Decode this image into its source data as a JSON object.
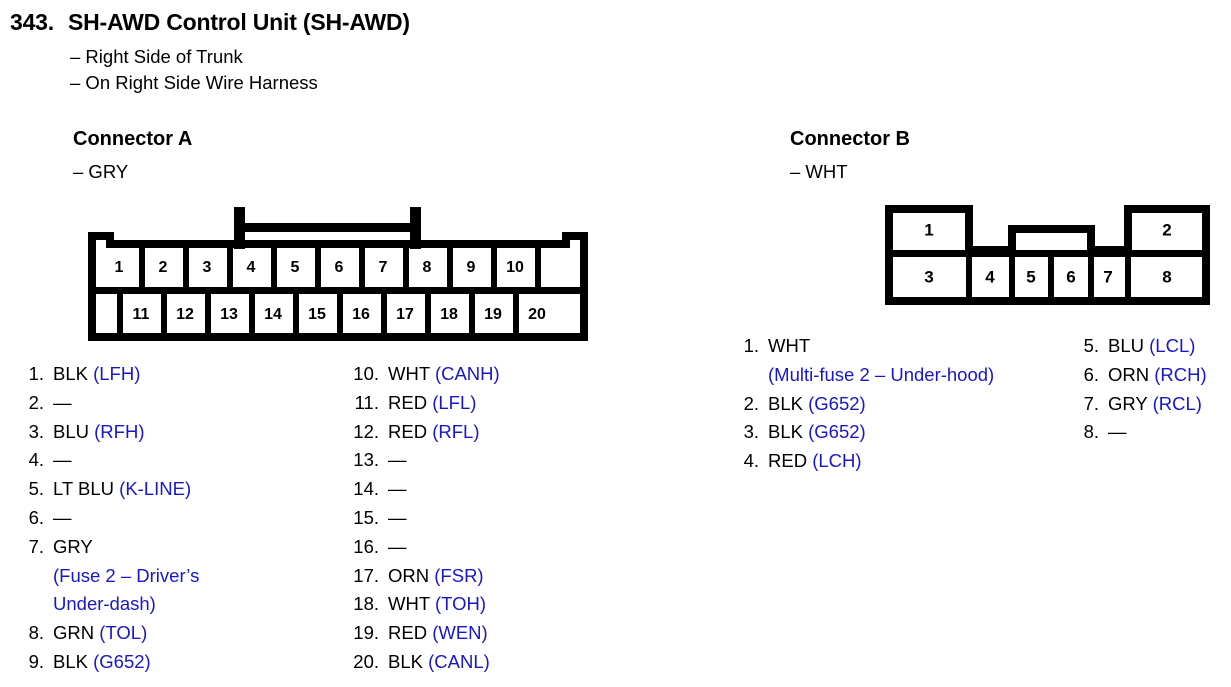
{
  "header": {
    "number": "343.",
    "title": "SH-AWD Control Unit (SH-AWD)",
    "locations": [
      "– Right Side of Trunk",
      "– On Right Side Wire Harness"
    ]
  },
  "colors": {
    "circuit_label": "#1a17c4",
    "text": "#000000",
    "background": "#ffffff"
  },
  "connector_a": {
    "heading": "Connector A",
    "color_label": "– GRY",
    "diagram": {
      "top_row_pins": [
        "1",
        "2",
        "3",
        "4",
        "5",
        "6",
        "7",
        "8",
        "9",
        "10"
      ],
      "bottom_row_pins": [
        "11",
        "12",
        "13",
        "14",
        "15",
        "16",
        "17",
        "18",
        "19",
        "20"
      ]
    },
    "pins_left": [
      {
        "index": "1.",
        "wire": "BLK",
        "circuit": "(LFH)",
        "sub": ""
      },
      {
        "index": "2.",
        "wire": "—",
        "circuit": "",
        "sub": ""
      },
      {
        "index": "3.",
        "wire": "BLU",
        "circuit": "(RFH)",
        "sub": ""
      },
      {
        "index": "4.",
        "wire": "—",
        "circuit": "",
        "sub": ""
      },
      {
        "index": "5.",
        "wire": "LT BLU",
        "circuit": "(K-LINE)",
        "sub": ""
      },
      {
        "index": "6.",
        "wire": "—",
        "circuit": "",
        "sub": ""
      },
      {
        "index": "7.",
        "wire": "GRY",
        "circuit": "",
        "sub": "(Fuse 2 – Driver’s\nUnder-dash)"
      },
      {
        "index": "8.",
        "wire": "GRN",
        "circuit": "(TOL)",
        "sub": ""
      },
      {
        "index": "9.",
        "wire": "BLK",
        "circuit": "(G652)",
        "sub": ""
      }
    ],
    "pins_right": [
      {
        "index": "10.",
        "wire": "WHT",
        "circuit": "(CANH)",
        "sub": ""
      },
      {
        "index": "11.",
        "wire": "RED",
        "circuit": "(LFL)",
        "sub": ""
      },
      {
        "index": "12.",
        "wire": "RED",
        "circuit": "(RFL)",
        "sub": ""
      },
      {
        "index": "13.",
        "wire": "—",
        "circuit": "",
        "sub": ""
      },
      {
        "index": "14.",
        "wire": "—",
        "circuit": "",
        "sub": ""
      },
      {
        "index": "15.",
        "wire": "—",
        "circuit": "",
        "sub": ""
      },
      {
        "index": "16.",
        "wire": "—",
        "circuit": "",
        "sub": ""
      },
      {
        "index": "17.",
        "wire": "ORN",
        "circuit": "(FSR)",
        "sub": ""
      },
      {
        "index": "18.",
        "wire": "WHT",
        "circuit": "(TOH)",
        "sub": ""
      },
      {
        "index": "19.",
        "wire": "RED",
        "circuit": "(WEN)",
        "sub": ""
      },
      {
        "index": "20.",
        "wire": "BLK",
        "circuit": "(CANL)",
        "sub": ""
      }
    ]
  },
  "connector_b": {
    "heading": "Connector B",
    "color_label": "– WHT",
    "diagram": {
      "top_row_pins": [
        "1",
        "2"
      ],
      "bottom_row_pins": [
        "3",
        "4",
        "5",
        "6",
        "7",
        "8"
      ]
    },
    "pins_left": [
      {
        "index": "1.",
        "wire": "WHT",
        "circuit": "",
        "sub": "(Multi-fuse 2 – Under-hood)"
      },
      {
        "index": "2.",
        "wire": "BLK",
        "circuit": "(G652)",
        "sub": ""
      },
      {
        "index": "3.",
        "wire": "BLK",
        "circuit": "(G652)",
        "sub": ""
      },
      {
        "index": "4.",
        "wire": "RED",
        "circuit": "(LCH)",
        "sub": ""
      }
    ],
    "pins_right": [
      {
        "index": "5.",
        "wire": "BLU",
        "circuit": "(LCL)",
        "sub": ""
      },
      {
        "index": "6.",
        "wire": "ORN",
        "circuit": "(RCH)",
        "sub": ""
      },
      {
        "index": "7.",
        "wire": "GRY",
        "circuit": "(RCL)",
        "sub": ""
      },
      {
        "index": "8.",
        "wire": "—",
        "circuit": "",
        "sub": ""
      }
    ]
  }
}
